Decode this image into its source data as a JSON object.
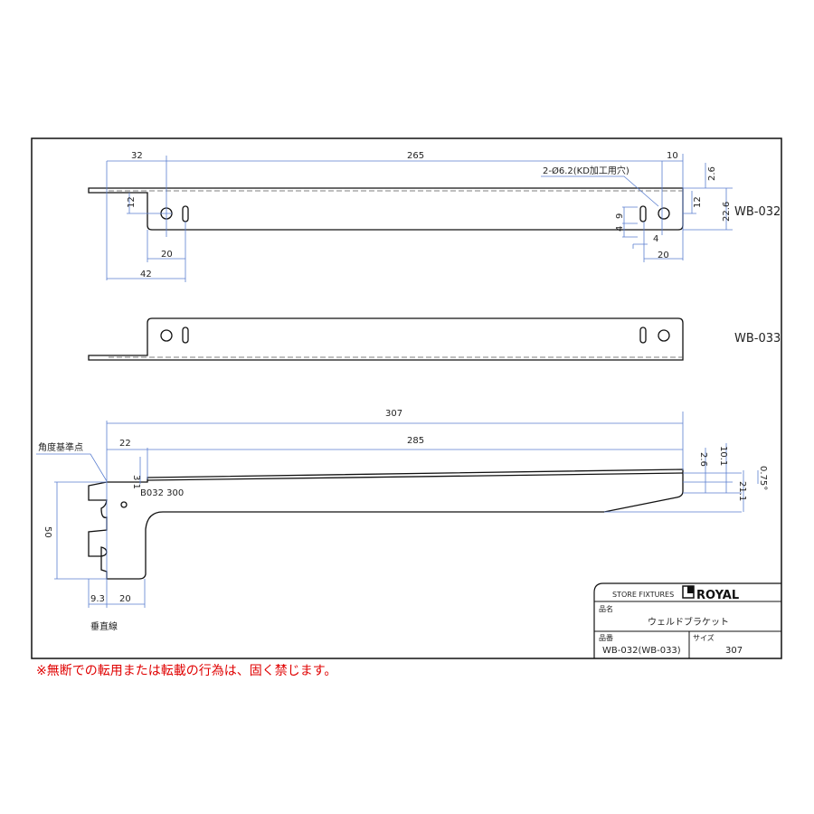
{
  "top_view": {
    "dim_32": "32",
    "dim_265": "265",
    "dim_10": "10",
    "hole_note": "2-Ø6.2(KD加工用穴)",
    "dim_12_left": "12",
    "dim_20_left": "20",
    "dim_42": "42",
    "dim_2_6": "2.6",
    "dim_12_right": "12",
    "dim_22_6": "22.6",
    "dim_9": "9",
    "dim_4_v": "4",
    "dim_4_h": "4",
    "dim_20_right": "20",
    "label": "WB-032"
  },
  "bottom_view": {
    "label": "WB-033"
  },
  "side_view": {
    "dim_307": "307",
    "dim_22": "22",
    "dim_285": "285",
    "angle_ref": "角度基準点",
    "dim_3_1": "3.1",
    "stamp": "B032  300",
    "dim_2_6": "2.6",
    "dim_10_1": "10.1",
    "dim_0_75": "0.75°",
    "dim_21_1": "21.1",
    "dim_50": "50",
    "dim_9_3": "9.3",
    "dim_20": "20",
    "vertical_line": "垂直線"
  },
  "title_block": {
    "store_fixtures": "STORE FIXTURES",
    "brand": "ROYAL",
    "product_name_label": "品名",
    "product_name": "ウェルドブラケット",
    "part_no_label": "品番",
    "part_no": "WB-032(WB-033)",
    "size_label": "サイズ",
    "size": "307"
  },
  "footer": "※無断での転用または転載の行為は、固く禁じます。"
}
